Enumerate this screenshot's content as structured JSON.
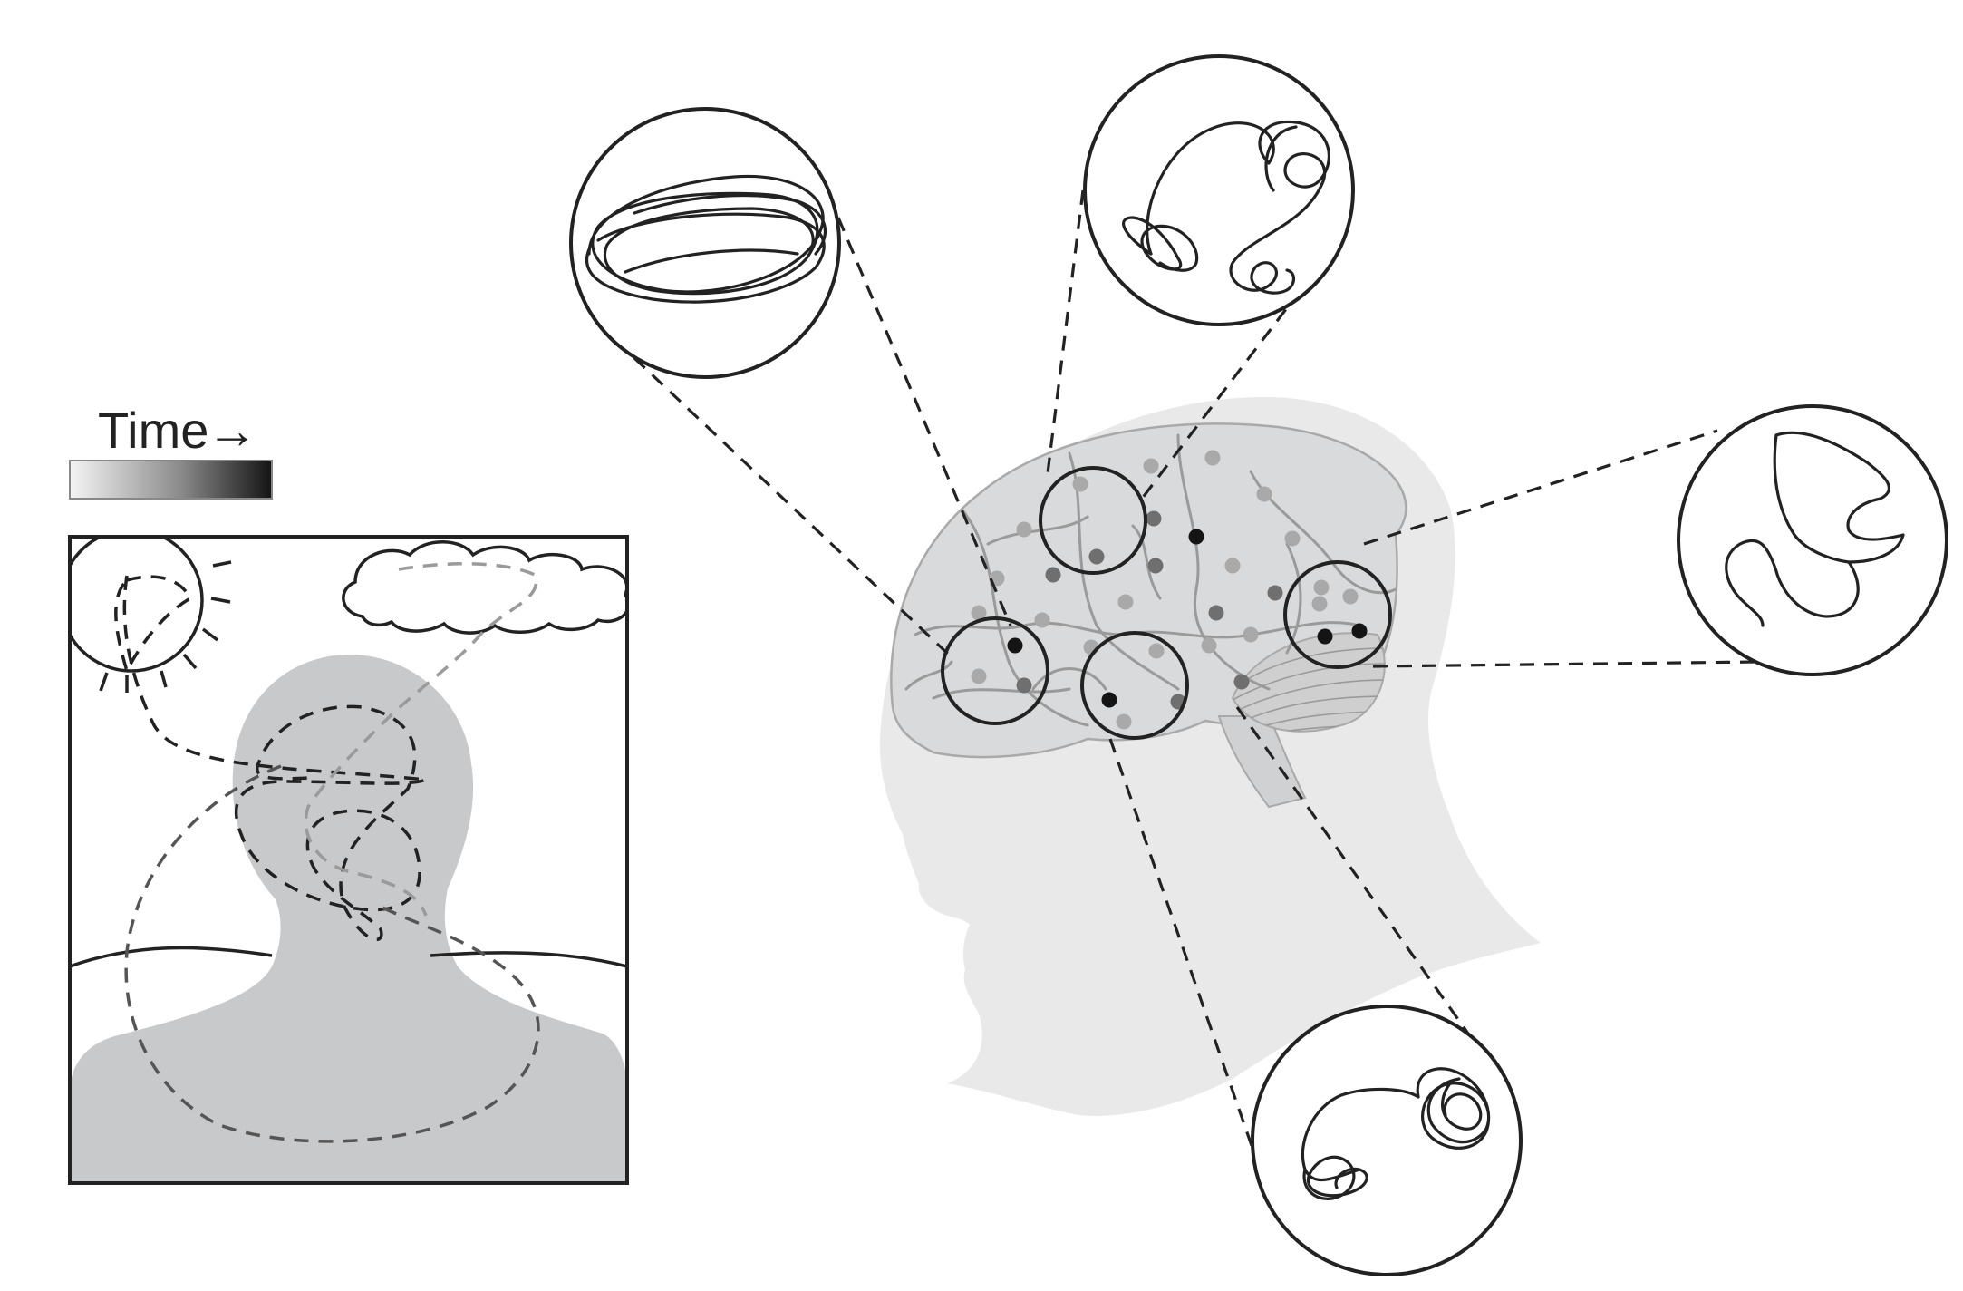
{
  "legend": {
    "label": "Time",
    "arrow": "→",
    "gradient_start": "#f4f4f4",
    "gradient_end": "#141414"
  },
  "colors": {
    "ink": "#222222",
    "silhouette": "#c8c9cb",
    "head_light": "#e9e9ea",
    "brain": "#d9dadb",
    "dot_light": "#a9a9a9",
    "dot_mid": "#6f6f6f",
    "dot_dark": "#141414"
  },
  "icons": [
    "sun-icon",
    "cloud-icon",
    "person-silhouette",
    "head-silhouette",
    "brain-icon"
  ]
}
